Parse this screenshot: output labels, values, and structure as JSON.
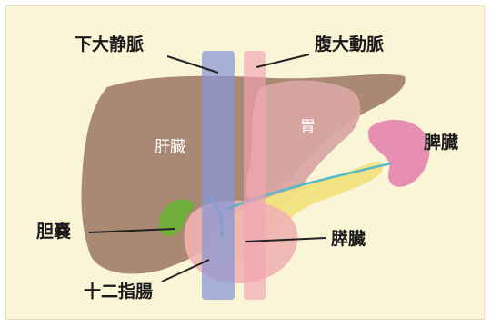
{
  "labels": {
    "ivc": "下大静脈",
    "aorta": "腹大動脈",
    "liver": "肝臓",
    "stomach": "胃",
    "spleen": "脾臓",
    "gallbladder": "胆嚢",
    "pancreas": "膵臓",
    "duodenum": "十二指腸"
  },
  "colors": {
    "background": "#fbf5d8",
    "liver": "#a98874",
    "stomach": "#d9a6a2",
    "spleen": "#e78fb2",
    "gallbladder": "#6fae3a",
    "pancreas": "#f2e37e",
    "duodenum": "#f0b3b1",
    "ivc": "#8a97d6",
    "aorta": "#f2a3b6"
  }
}
